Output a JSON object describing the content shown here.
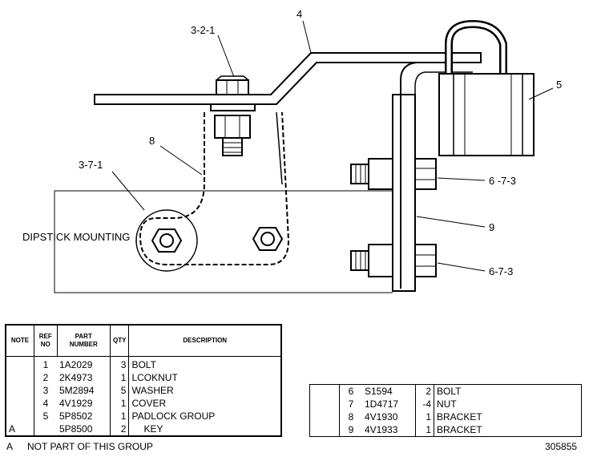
{
  "callouts": {
    "bolt": "3-2-1",
    "bracket_top": "4",
    "padlock": "5",
    "cover": "8",
    "washer": "3-7-1",
    "nut_upper": "6 -7-3",
    "bracket_side": "9",
    "nut_lower": "6-7-3",
    "dipstick": "DIPSTICK MOUNTING"
  },
  "table_left": {
    "headers": {
      "note": "NOTE",
      "ref_no": [
        "REF",
        "NO"
      ],
      "part_number": [
        "PART",
        "NUMBER"
      ],
      "qty": "QTY",
      "description": "DESCRIPTION"
    },
    "rows": [
      {
        "note": "",
        "ref": "1",
        "part": "1A2029",
        "qty": "3",
        "desc": "BOLT"
      },
      {
        "note": "",
        "ref": "2",
        "part": "2K4973",
        "qty": "1",
        "desc": "LCOKNUT"
      },
      {
        "note": "",
        "ref": "3",
        "part": "5M2894",
        "qty": "5",
        "desc": "WASHER"
      },
      {
        "note": "",
        "ref": "4",
        "part": "4V1929",
        "qty": "1",
        "desc": "COVER"
      },
      {
        "note": "",
        "ref": "5",
        "part": "5P8502",
        "qty": "1",
        "desc": "PADLOCK GROUP"
      },
      {
        "note": "A",
        "ref": "",
        "part": "5P8500",
        "qty": "2",
        "desc": "KEY"
      }
    ]
  },
  "table_right": {
    "rows": [
      {
        "note": "",
        "ref": "6",
        "part": "S1594",
        "qty": "2",
        "desc": "BOLT"
      },
      {
        "note": "",
        "ref": "7",
        "part": "1D4717",
        "qty": "-4",
        "desc": "NUT"
      },
      {
        "note": "",
        "ref": "8",
        "part": "4V1930",
        "qty": "1",
        "desc": "BRACKET"
      },
      {
        "note": "",
        "ref": "9",
        "part": "4V1933",
        "qty": "1",
        "desc": "BRACKET"
      }
    ]
  },
  "footnote": {
    "mark": "A",
    "text": "NOT PART OF THIS GROUP"
  },
  "illustration_number": "305855"
}
